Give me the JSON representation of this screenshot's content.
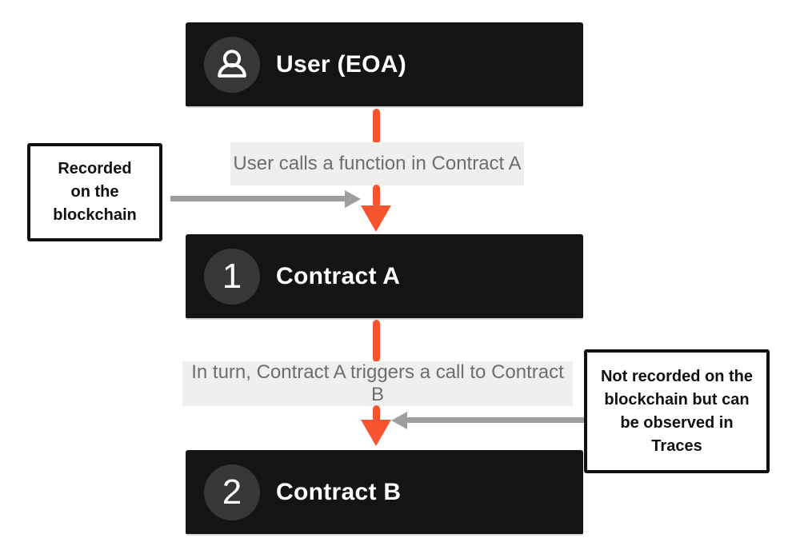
{
  "diagram": {
    "nodes": {
      "user": {
        "title": "User (EOA)",
        "icon": "person"
      },
      "contract_a": {
        "badge": "1",
        "title": "Contract A"
      },
      "contract_b": {
        "badge": "2",
        "title": "Contract B"
      }
    },
    "edge_labels": {
      "user_to_a": "User calls a function in Contract A",
      "a_to_b": "In turn, Contract A triggers a call to Contract B"
    },
    "notes": {
      "left": "Recorded\non the\nblockchain",
      "right": "Not recorded on the\nblockchain but can\nbe observed in\nTraces"
    },
    "colors": {
      "node_bg": "#141414",
      "badge_bg": "#373737",
      "arrow_red": "#f6552f",
      "arrow_gray": "#9e9e9e",
      "label_bg": "#f0efee",
      "label_text": "#6e6c73",
      "note_border": "#111111",
      "node_bottom_line": "#d9d9d9"
    }
  }
}
